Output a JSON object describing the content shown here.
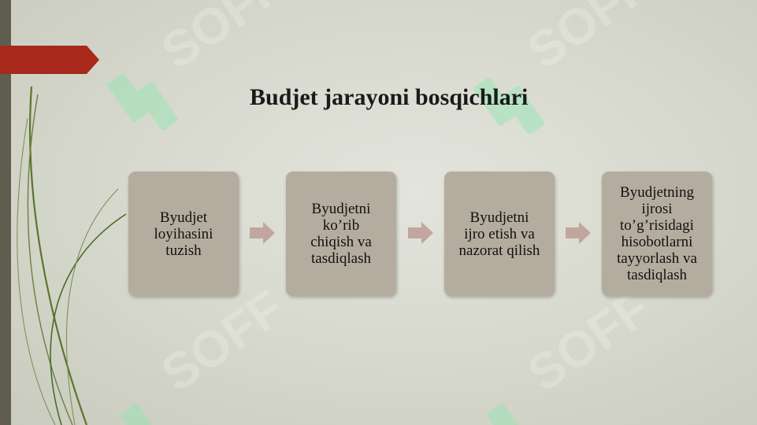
{
  "slide": {
    "title": "Budjet jarayoni bosqichlari",
    "watermark_text": "SOFF",
    "steps": [
      {
        "label": "Byudjet\nloyihasini\ntuzish"
      },
      {
        "label": "Byudjetni\nko’rib\nchiqish va\ntasdiqlash"
      },
      {
        "label": "Byudjetni\nijro etish va\nnazorat qilish"
      },
      {
        "label": "Byudjetning\nijrosi\nto’g’risidagi\nhisobotlarni\ntayyorlash va\ntasdiqlash"
      }
    ]
  },
  "colors": {
    "background": "#dcddd4",
    "accent_red": "#a8281c",
    "box_fill": "#b4ac9f",
    "arrow_fill": "#c0a69e",
    "left_strip": "#5f5d4d",
    "watermark": "#8ee6b0"
  },
  "icons": [
    "chevron-arrow-icon",
    "right-arrow-icon",
    "soff-logo-watermark"
  ]
}
